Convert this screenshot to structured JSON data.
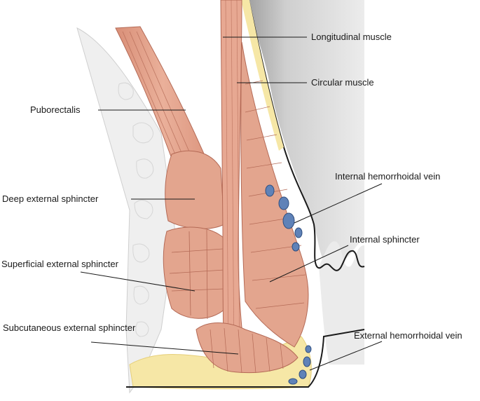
{
  "labels": {
    "longitudinal_muscle": "Longitudinal muscle",
    "circular_muscle": "Circular muscle",
    "puborectalis": "Puborectalis",
    "internal_hemorrhoidal_vein": "Internal hemorrhoidal vein",
    "deep_external_sphincter": "Deep external sphincter",
    "internal_sphincter": "Internal sphincter",
    "superficial_external_sphincter": "Superficial external sphincter",
    "subcutaneous_external_sphincter": "Subcutaneous external sphincter",
    "external_hemorrhoidal_vein": "External hemorrhoidal vein"
  },
  "colors": {
    "muscle": "#e3a58e",
    "muscle_line": "#b46a56",
    "fat": "#f6e7a6",
    "mucosa_gray": "#c9c9c9",
    "tissue_light": "#eeeeee",
    "vein_blue": "#5f82b8"
  }
}
